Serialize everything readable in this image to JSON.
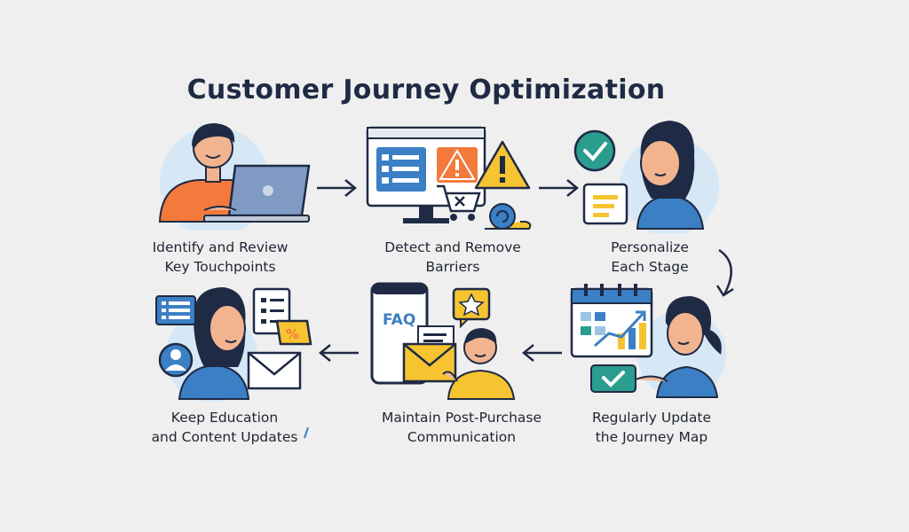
{
  "title": "Customer Journey Optimization",
  "steps": [
    {
      "line1": "Identify and Review",
      "line2": "Key Touchpoints"
    },
    {
      "line1": "Detect and Remove",
      "line2": "Barriers"
    },
    {
      "line1": "Personalize",
      "line2": "Each Stage"
    },
    {
      "line1": "Regularly Update",
      "line2": "the Journey Map"
    },
    {
      "line1": "Maintain Post-Purchase",
      "line2": "Communication"
    },
    {
      "line1": "Keep Education",
      "line2": "and Content Updates"
    }
  ],
  "icons": {
    "faq": "FAQ",
    "percent": "%"
  },
  "colors": {
    "blue": "#3b7fc4",
    "orange": "#f37a3c",
    "yellow": "#f6c431",
    "green": "#2a9d8f",
    "circle": "#d6e8f5",
    "dark": "#1f2a44"
  }
}
